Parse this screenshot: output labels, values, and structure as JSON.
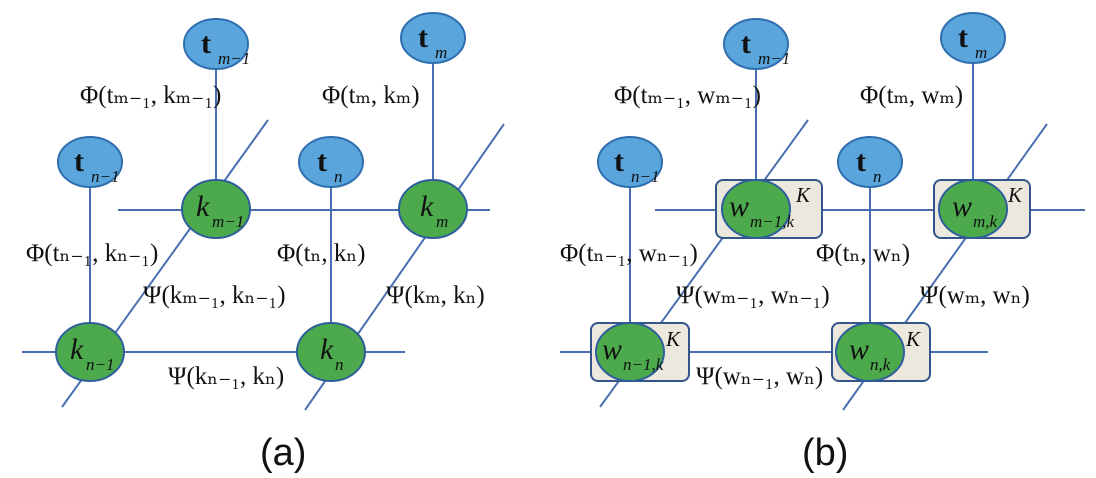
{
  "panel_a": {
    "caption": "(a)",
    "nodes": {
      "t_m_minus1": {
        "main": "t",
        "sub": "m−1"
      },
      "t_m": {
        "main": "t",
        "sub": "m"
      },
      "t_n_minus1": {
        "main": "t",
        "sub": "n−1"
      },
      "t_n": {
        "main": "t",
        "sub": "n"
      },
      "k_m_minus1": {
        "main": "k",
        "sub": "m−1"
      },
      "k_m": {
        "main": "k",
        "sub": "m"
      },
      "k_n_minus1": {
        "main": "k",
        "sub": "n−1"
      },
      "k_n": {
        "main": "k",
        "sub": "n"
      }
    },
    "labels": {
      "phi_m_minus1": "Φ(tₘ₋₁, kₘ₋₁)",
      "phi_m": "Φ(tₘ, kₘ)",
      "phi_n_minus1": "Φ(tₙ₋₁, kₙ₋₁)",
      "phi_n": "Φ(tₙ, kₙ)",
      "psi_vert_m": "Ψ(kₘ₋₁, kₙ₋₁)",
      "psi_vert_n": "Ψ(kₘ, kₙ)",
      "psi_horiz_n": "Ψ(kₙ₋₁, kₙ)"
    }
  },
  "panel_b": {
    "caption": "(b)",
    "plate_label": "K",
    "nodes": {
      "t_m_minus1": {
        "main": "t",
        "sub": "m−1"
      },
      "t_m": {
        "main": "t",
        "sub": "m"
      },
      "t_n_minus1": {
        "main": "t",
        "sub": "n−1"
      },
      "t_n": {
        "main": "t",
        "sub": "n"
      },
      "w_m_minus1": {
        "main": "w",
        "sub": "m−1,k"
      },
      "w_m": {
        "main": "w",
        "sub": "m,k"
      },
      "w_n_minus1": {
        "main": "w",
        "sub": "n−1,k"
      },
      "w_n": {
        "main": "w",
        "sub": "n,k"
      }
    },
    "labels": {
      "phi_m_minus1": "Φ(tₘ₋₁, wₘ₋₁)",
      "phi_m": "Φ(tₘ, wₘ)",
      "phi_n_minus1": "Φ(tₙ₋₁, wₙ₋₁)",
      "phi_n": "Φ(tₙ, wₙ)",
      "psi_vert_m": "Ψ(wₘ₋₁, wₙ₋₁)",
      "psi_vert_n": "Ψ(wₘ, wₙ)",
      "psi_horiz_n": "Ψ(wₙ₋₁, wₙ)"
    }
  }
}
